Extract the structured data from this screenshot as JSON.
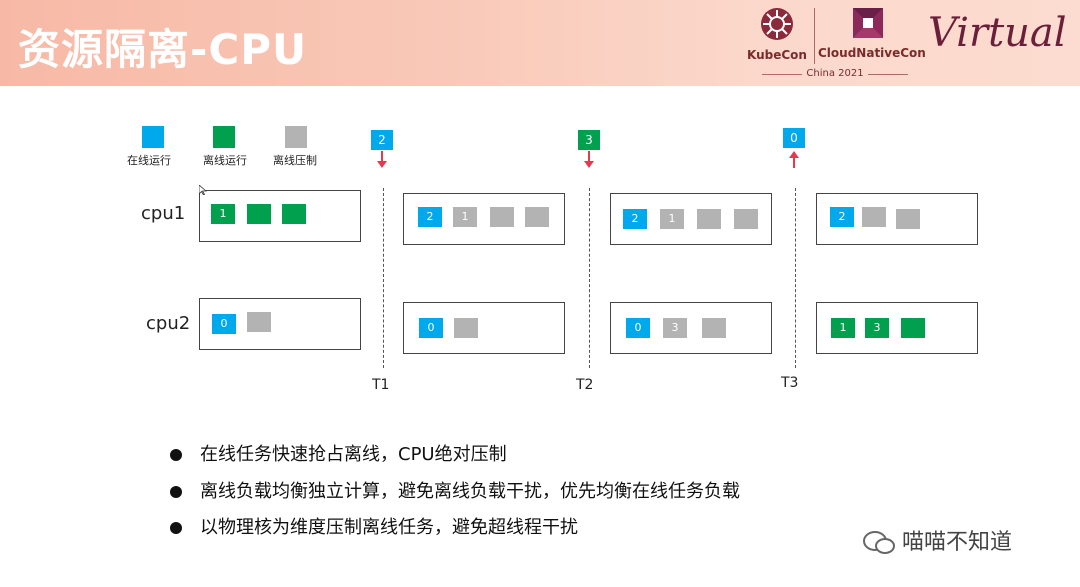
{
  "header": {
    "title": "资源隔离-CPU",
    "logo_kubecon": "KubeCon",
    "logo_cloudnativecon": "CloudNativeCon",
    "event": "China 2021",
    "virtual": "Virtual"
  },
  "legend": [
    {
      "label": "在线运行",
      "color": "#00a8ec"
    },
    {
      "label": "离线运行",
      "color": "#00a04e"
    },
    {
      "label": "离线压制",
      "color": "#b3b3b3"
    }
  ],
  "cpus": [
    "cpu1",
    "cpu2"
  ],
  "time_labels": [
    "T1",
    "T2",
    "T3"
  ],
  "events": [
    "2",
    "3",
    "0"
  ],
  "stages": [
    {
      "cpu1": [
        "1",
        "",
        ""
      ],
      "cpu2": [
        "0",
        ""
      ]
    },
    {
      "cpu1": [
        "2",
        "1",
        "",
        ""
      ],
      "cpu2": [
        "0",
        ""
      ]
    },
    {
      "cpu1": [
        "2",
        "1",
        "",
        ""
      ],
      "cpu2": [
        "0",
        "3",
        ""
      ]
    },
    {
      "cpu1": [
        "2",
        "",
        ""
      ],
      "cpu2": [
        "1",
        "3",
        ""
      ]
    }
  ],
  "bullets": [
    "在线任务快速抢占离线，CPU绝对压制",
    "离线负载均衡独立计算，避免离线负载干扰，优先均衡在线任务负载",
    "以物理核为维度压制离线任务，避免超线程干扰"
  ],
  "watermark": "喵喵不知道"
}
